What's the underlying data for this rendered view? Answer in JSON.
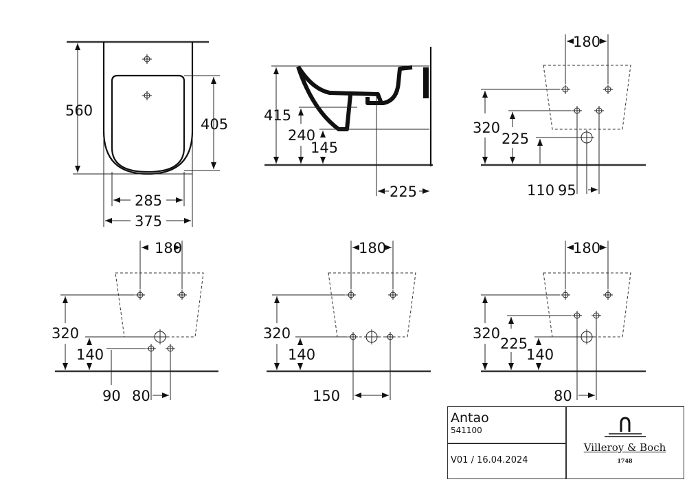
{
  "views": {
    "front": {
      "height": "560",
      "bowl_height": "405",
      "bowl_width": "285",
      "width": "375"
    },
    "side": {
      "height": "415",
      "mid": "240",
      "low": "145",
      "depth": "225"
    },
    "top_right": {
      "spacing": "180",
      "upper": "320",
      "lower": "225",
      "offset_a": "110",
      "offset_b": "95"
    },
    "bottom_left": {
      "spacing": "180",
      "upper": "320",
      "lower": "140",
      "offset_a": "90",
      "offset_b": "80"
    },
    "bottom_mid": {
      "spacing": "180",
      "upper": "320",
      "lower": "140",
      "offset": "150"
    },
    "bottom_right": {
      "spacing": "180",
      "upper": "320",
      "mid": "225",
      "lower": "140",
      "offset": "80"
    }
  },
  "title_block": {
    "product": "Antao",
    "code": "541100",
    "version": "V01 / 16.04.2024",
    "brand": "Villeroy & Boch",
    "year": "1748"
  }
}
